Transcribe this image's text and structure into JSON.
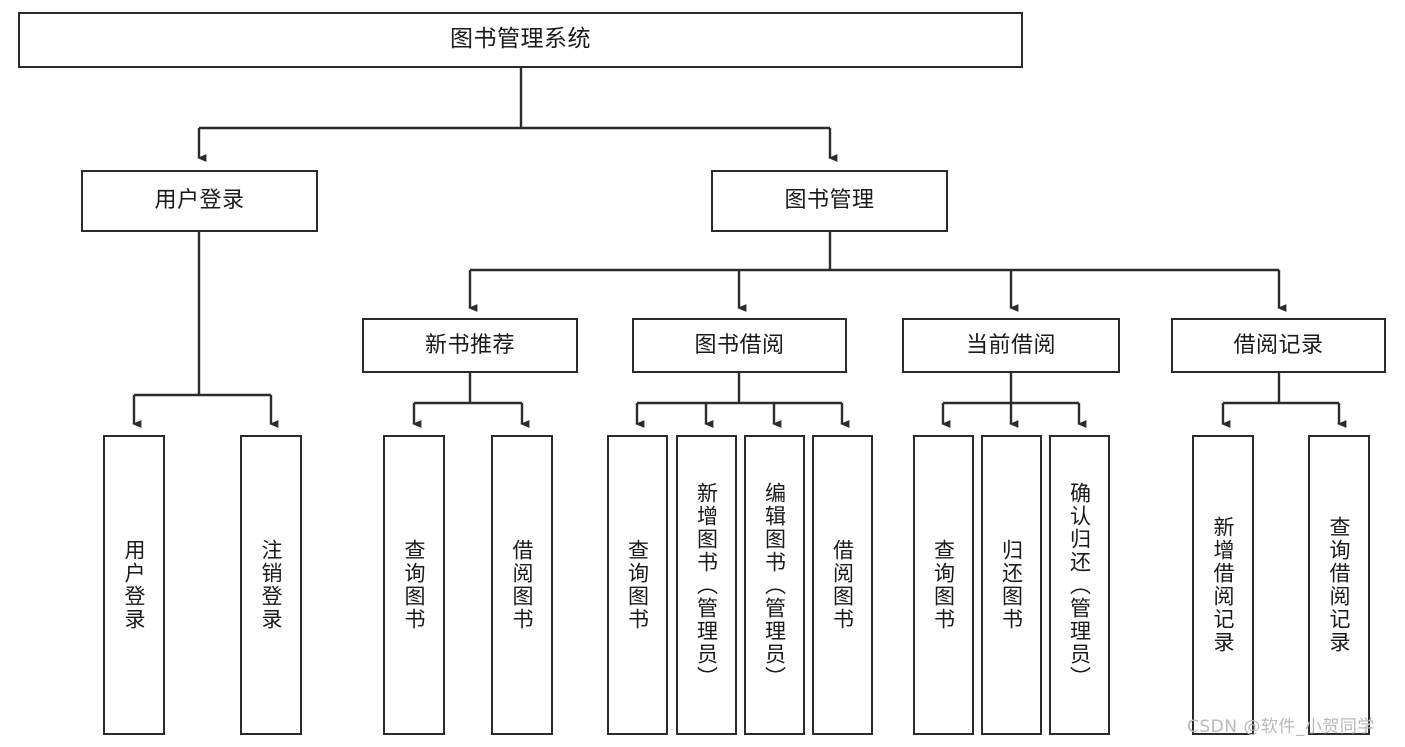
{
  "diagram": {
    "type": "tree",
    "orientation": "top-down",
    "title": "图书管理系统",
    "style": {
      "box_border_color": "#2b2b2b",
      "box_fill_color": "#ffffff",
      "connector_color": "#2b2b2b",
      "text_color": "#1a1a1a",
      "background": "#ffffff"
    },
    "nodes": {
      "root": {
        "label": "图书管理系统",
        "level": 1
      },
      "l2": [
        {
          "id": "user_login",
          "label": "用户登录",
          "level": 2
        },
        {
          "id": "book_manage",
          "label": "图书管理",
          "level": 2
        }
      ],
      "l3": [
        {
          "id": "new_book_rec",
          "label": "新书推荐",
          "level": 3,
          "parent": "book_manage"
        },
        {
          "id": "book_borrow",
          "label": "图书借阅",
          "level": 3,
          "parent": "book_manage"
        },
        {
          "id": "current_borrow",
          "label": "当前借阅",
          "level": 3,
          "parent": "book_manage"
        },
        {
          "id": "borrow_record",
          "label": "借阅记录",
          "level": 3,
          "parent": "book_manage"
        }
      ],
      "leaves": [
        {
          "id": "leaf_user_login",
          "label": "用户登录",
          "parent": "user_login"
        },
        {
          "id": "leaf_logout",
          "label": "注销登录",
          "parent": "user_login"
        },
        {
          "id": "leaf_query_book_1",
          "label": "查询图书",
          "parent": "new_book_rec"
        },
        {
          "id": "leaf_borrow_book_1",
          "label": "借阅图书",
          "parent": "new_book_rec"
        },
        {
          "id": "leaf_query_book_2",
          "label": "查询图书",
          "parent": "book_borrow"
        },
        {
          "id": "leaf_add_book",
          "label": "新增图书（管理员）",
          "parent": "book_borrow"
        },
        {
          "id": "leaf_edit_book",
          "label": "编辑图书（管理员）",
          "parent": "book_borrow"
        },
        {
          "id": "leaf_borrow_book_2",
          "label": "借阅图书",
          "parent": "book_borrow"
        },
        {
          "id": "leaf_query_book_3",
          "label": "查询图书",
          "parent": "current_borrow"
        },
        {
          "id": "leaf_return_book",
          "label": "归还图书",
          "parent": "current_borrow"
        },
        {
          "id": "leaf_confirm_return",
          "label": "确认归还（管理员）",
          "parent": "current_borrow"
        },
        {
          "id": "leaf_add_record",
          "label": "新增借阅记录",
          "parent": "borrow_record"
        },
        {
          "id": "leaf_query_record",
          "label": "查询借阅记录",
          "parent": "borrow_record"
        }
      ]
    }
  },
  "watermark": {
    "text": "CSDN @软件_小贺同学"
  }
}
